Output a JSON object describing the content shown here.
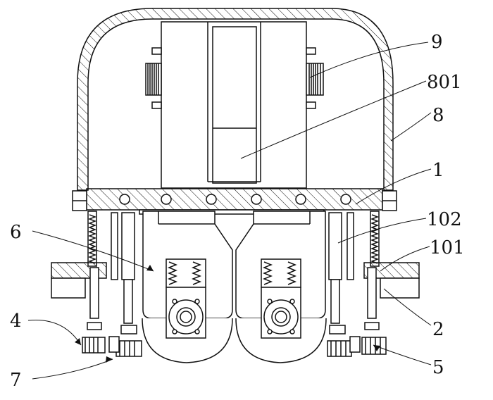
{
  "labels": {
    "l9": "9",
    "l801": "801",
    "l8": "8",
    "l1": "1",
    "l6": "6",
    "l102": "102",
    "l101": "101",
    "l4": "4",
    "l2": "2",
    "l7": "7",
    "l5": "5"
  },
  "colors": {
    "stroke": "#111111",
    "background": "#ffffff"
  }
}
